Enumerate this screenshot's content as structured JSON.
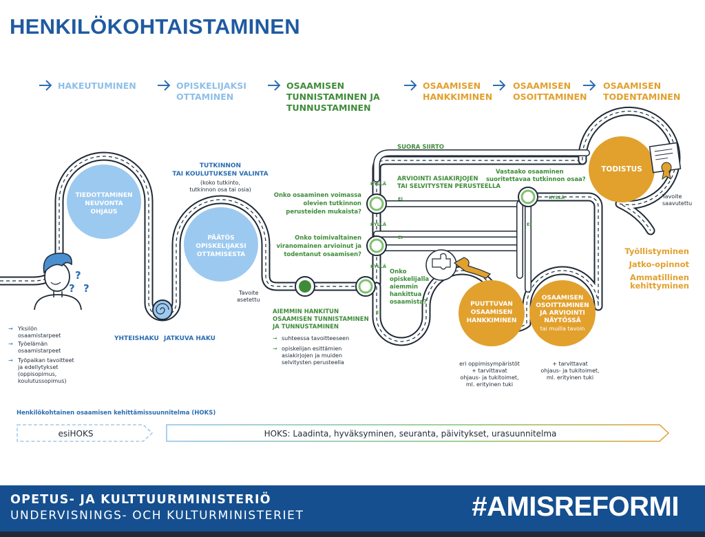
{
  "title": "HENKILÖKOHTAISTAMINEN",
  "stages": [
    {
      "lines": [
        "HAKEUTUMINEN"
      ],
      "tone": "light"
    },
    {
      "lines": [
        "OPISKELIJAKSI",
        "OTTAMINEN"
      ],
      "tone": "light"
    },
    {
      "lines": [
        "OSAAMISEN",
        "TUNNISTAMINEN JA",
        "TUNNUSTAMINEN"
      ],
      "tone": "green"
    },
    {
      "lines": [
        "OSAAMISEN",
        "HANKKIMINEN"
      ],
      "tone": "orange"
    },
    {
      "lines": [
        "OSAAMISEN",
        "OSOITTAMINEN"
      ],
      "tone": "orange"
    },
    {
      "lines": [
        "OSAAMISEN",
        "TODENTAMINEN"
      ],
      "tone": "orange"
    }
  ],
  "nodes": {
    "tiedottaminen": [
      "TIEDOTTAMINEN",
      "NEUVONTA",
      "OHJAUS"
    ],
    "paatos": [
      "PÄÄTÖS",
      "OPISKELIJAKSI",
      "OTTAMISESTA"
    ],
    "puuttuvan": [
      "PUUTTUVAN",
      "OSAAMISEN",
      "HANKKIMINEN"
    ],
    "osoittaminen": [
      "OSAAMISEN",
      "OSOITTAMINEN",
      "JA ARVIOINTI",
      "NÄYTÖSSÄ"
    ],
    "osoittaminen_sub": "tai muilla tavoin",
    "todistus": "TODISTUS"
  },
  "left_list": [
    [
      "Yksilön",
      "osaamistarpeet"
    ],
    [
      "Työelämän",
      "osaamistarpeet"
    ],
    [
      "Työpaikan tavoitteet",
      "ja edellytykset",
      "(oppisopimus,",
      "koulutussopimus)"
    ]
  ],
  "labels": {
    "yhteishaku": "YHTEISHAKU",
    "jatkuva_haku": "JATKUVA HAKU",
    "tutkinnon_valinta": [
      "TUTKINNON",
      "TAI KOULUTUKSEN VALINTA"
    ],
    "tutkinnon_valinta_sub": [
      "(koko tutkinto,",
      "tutkinnon osa tai osia)"
    ],
    "tavoite_asetettu": [
      "Tavoite",
      "asetettu"
    ],
    "aiemmin_title": [
      "AIEMMIN HANKITUN",
      "OSAAMISEN TUNNISTAMINEN",
      "JA TUNNUSTAMINEN"
    ],
    "aiemmin_items": [
      [
        "suhteessa tavoitteeseen"
      ],
      [
        "opiskelijan esittämien",
        "asiakirjojen ja muiden",
        "selvitysten perusteella"
      ]
    ],
    "q1": [
      "Onko osaaminen voimassa",
      "olevien tutkinnon",
      "perusteiden mukaista?"
    ],
    "q2": [
      "Onko toimivaltainen",
      "viranomainen arvioinut ja",
      "todentanut osaamisen?"
    ],
    "q3": [
      "Onko",
      "opiskelijalla",
      "aiemmin",
      "hankittua",
      "osaamista?"
    ],
    "q4": [
      "Vastaako osaaminen",
      "suoritettavaa tutkinnon osaa?"
    ],
    "suora_siirto": "SUORA SIIRTO",
    "arviointi": [
      "ARVIOINTI ASIAKIRJOJEN",
      "TAI SELVITYSTEN PERUSTEELLA"
    ],
    "kylla": "KYLLÄ",
    "ei": "EI",
    "tavoite_saavutettu": [
      "Tavoite",
      "saavutettu"
    ],
    "outcomes": [
      "Työllistyminen",
      "Jatko-opinnot",
      "Ammatillinen",
      "kehittyminen"
    ],
    "hankkiminen_sub": [
      "eri oppimisympäristöt",
      "+ tarvittavat",
      "ohjaus- ja tukitoimet,",
      "ml. erityinen tuki"
    ],
    "osoittaminen_under": [
      "+ tarvittavat",
      "ohjaus- ja tukitoimet,",
      "ml. erityinen tuki"
    ]
  },
  "hoks": {
    "title": "Henkilökohtainen osaamisen kehittämissuunnitelma (HOKS)",
    "esi": "esiHOKS",
    "main": "HOKS: Laadinta, hyväksyminen, seuranta, päivitykset, urasuunnitelma"
  },
  "footer": {
    "ministry_fi": "OPETUS- JA KULTTUURIMINISTERIÖ",
    "ministry_sv": "UNDERVISNINGS- OCH KULTURMINISTERIET",
    "hashtag": "#AMISREFORMI"
  },
  "colors": {
    "title_blue": "#1f5aa0",
    "light_blue": "#9cc9ef",
    "green": "#3e8c3a",
    "orange": "#e2a02d",
    "road": "#1e2a36",
    "footer_blue": "#154f8f"
  },
  "icons": [
    "arrow-right-icon",
    "person-icon",
    "question-mark-icon",
    "puzzle-icon",
    "certificate-icon",
    "spiral-icon"
  ]
}
